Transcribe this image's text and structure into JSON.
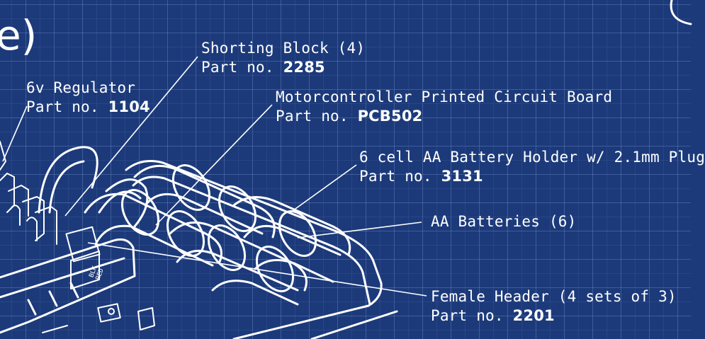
{
  "title_fragment": "e)",
  "callouts": {
    "regulator": {
      "line1": "6v Regulator",
      "prefix": "Part no. ",
      "part": "1104"
    },
    "shorting": {
      "line1": "Shorting Block (4)",
      "prefix": "Part no. ",
      "part": "2285"
    },
    "pcb": {
      "line1": "Motorcontroller Printed Circuit Board",
      "prefix": "Part no. ",
      "part": "PCB502"
    },
    "battery_holder": {
      "line1": "6 cell AA Battery Holder w/ 2.1mm Plug",
      "prefix": "Part no. ",
      "part": "3131"
    },
    "batteries": {
      "line1": "AA Batteries (6)"
    },
    "female_header": {
      "line1": "Female Header (4 sets of 3)",
      "prefix": "Part no. ",
      "part": "2201"
    }
  },
  "board_silkscreen": [
    "BLK",
    "RED"
  ],
  "colors": {
    "background": "#1c3a7a",
    "ink": "#ffffff"
  }
}
